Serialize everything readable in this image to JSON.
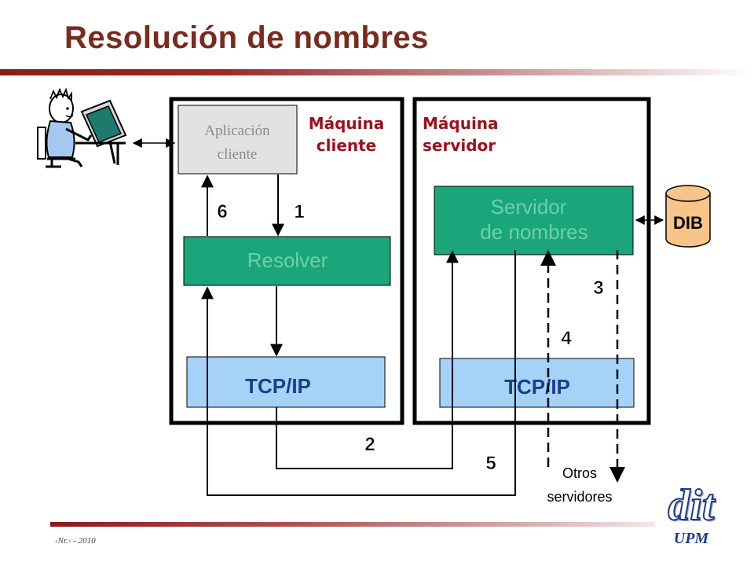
{
  "slide": {
    "title": "Resolución de nombres",
    "footer": "‹Nr.› - 2010"
  },
  "logo": {
    "main": "dit",
    "sub": "UPM"
  },
  "client_machine": {
    "label_line1": "Máquina",
    "label_line2": "cliente",
    "app_line1": "Aplicación",
    "app_line2": "cliente",
    "resolver": "Resolver",
    "tcpip": "TCP/IP"
  },
  "server_machine": {
    "label_line1": "Máquina",
    "label_line2": "servidor",
    "server_line1": "Servidor",
    "server_line2": "de nombres",
    "tcpip": "TCP/IP"
  },
  "database": {
    "label": "DIB"
  },
  "other_servers": {
    "line1": "Otros",
    "line2": "servidores"
  },
  "steps": [
    "1",
    "2",
    "3",
    "4",
    "5",
    "6"
  ],
  "colors": {
    "title": "#7a2a1e",
    "machine_label": "#a0101a",
    "green_box": "#1aa57a",
    "blue_box": "#a6d2f7",
    "db": "#f8c487",
    "client_box": "#e2e2e2"
  },
  "icons": {
    "user": "user-at-computer-icon"
  }
}
